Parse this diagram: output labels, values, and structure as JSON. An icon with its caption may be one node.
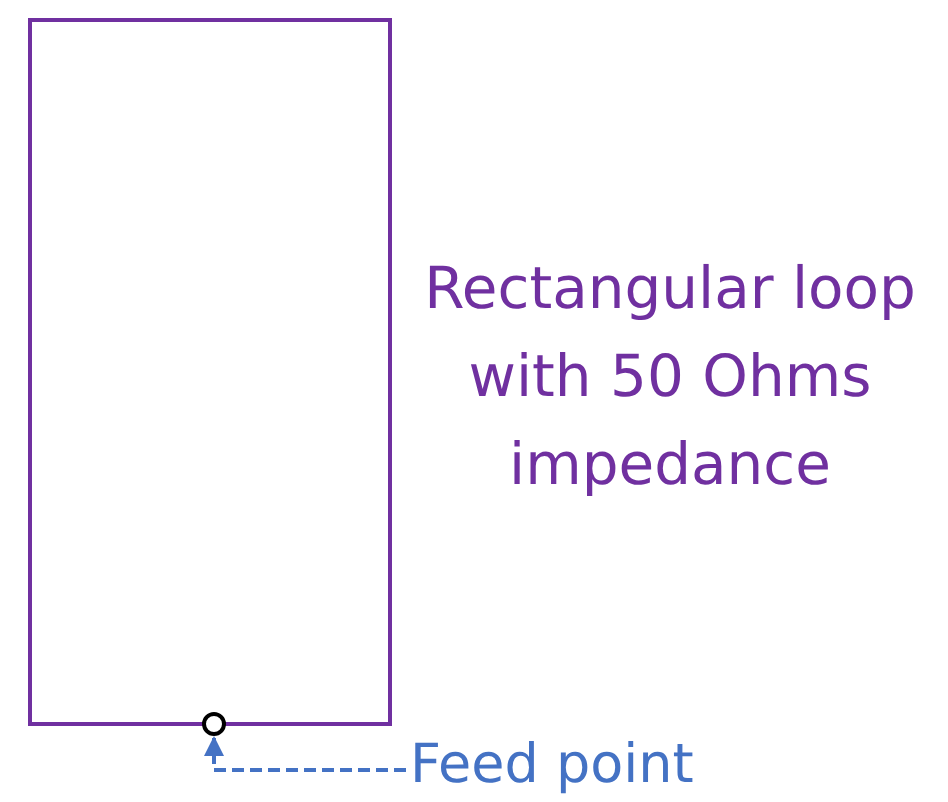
{
  "diagram": {
    "nodes": [
      {
        "text": [],
        "shape": "box",
        "beside": [
          "Rectangular loop with 50 Ohms impedance"
        ]
      },
      {
        "text": [],
        "shape": "circle"
      },
      {
        "text": [
          "Feed point"
        ]
      }
    ],
    "edges": [
      {
        "from": 2,
        "to": 1,
        "arrow": "to",
        "style": "dashed"
      }
    ]
  }
}
